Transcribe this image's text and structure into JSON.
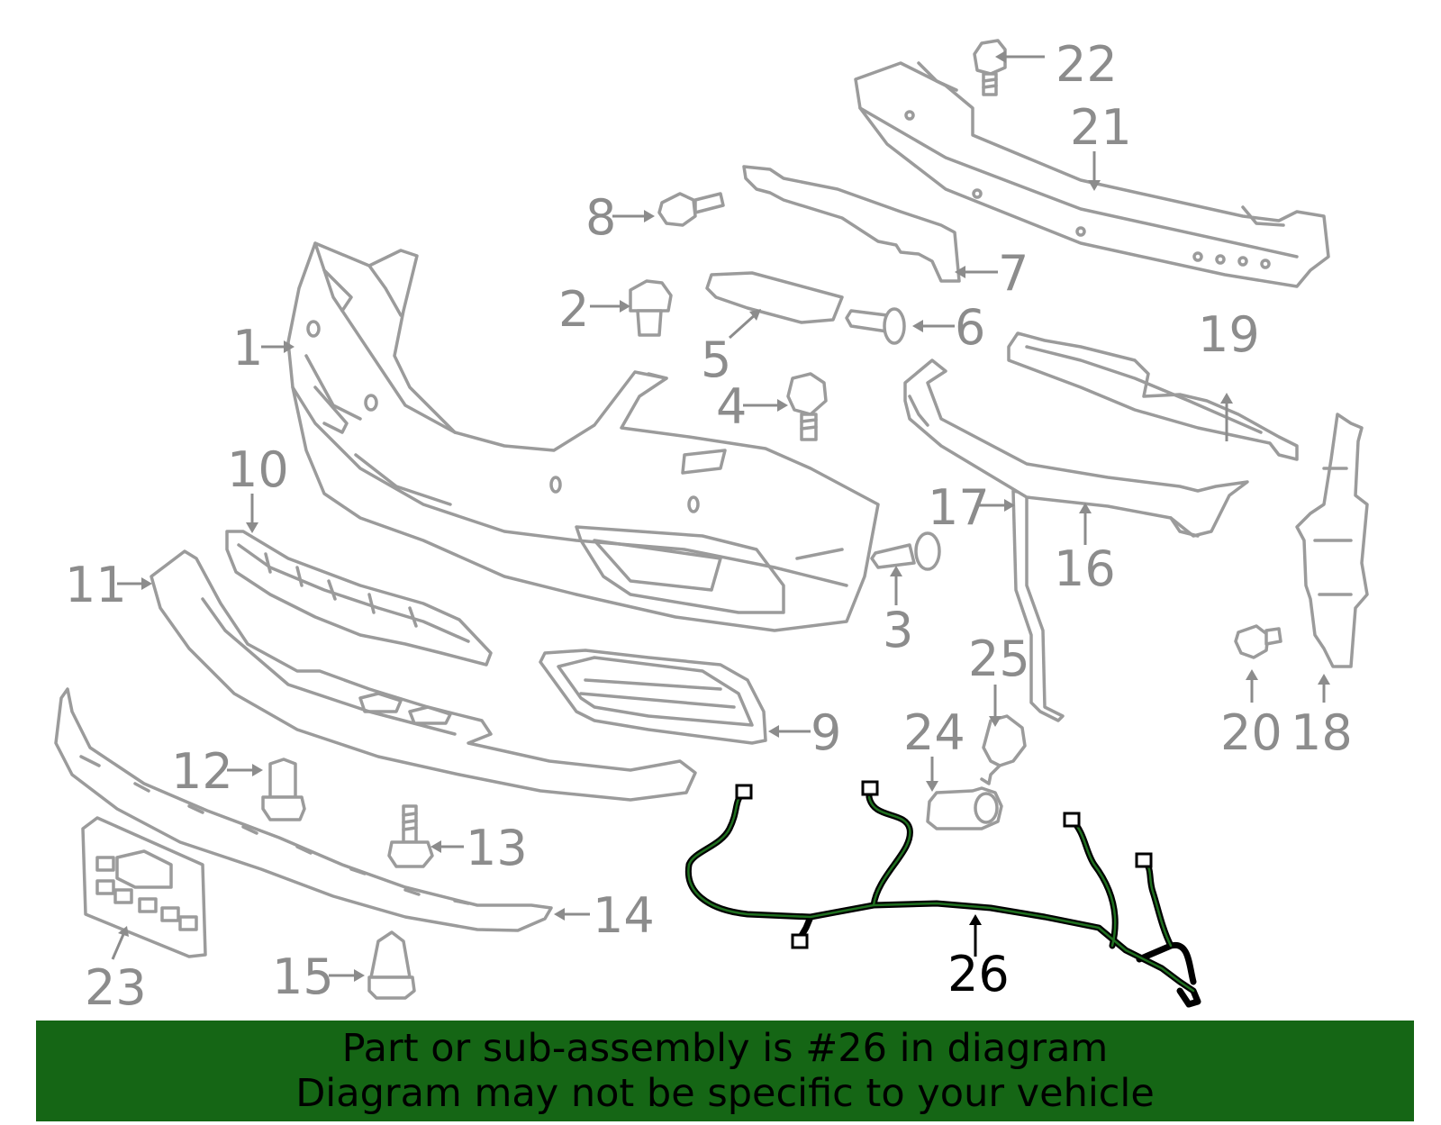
{
  "callouts": {
    "p1": "1",
    "p2": "2",
    "p3": "3",
    "p4": "4",
    "p5": "5",
    "p6": "6",
    "p7": "7",
    "p8": "8",
    "p9": "9",
    "p10": "10",
    "p11": "11",
    "p12": "12",
    "p13": "13",
    "p14": "14",
    "p15": "15",
    "p16": "16",
    "p17": "17",
    "p18": "18",
    "p19": "19",
    "p20": "20",
    "p21": "21",
    "p22": "22",
    "p23": "23",
    "p24": "24",
    "p25": "25",
    "p26": "26"
  },
  "highlighted_part": "26",
  "colors": {
    "banner": "#156615",
    "part_outline": "#9b9b9b",
    "highlight": "#000000",
    "harness_core": "#1f6f1f"
  },
  "banner": {
    "line1": "Part or sub-assembly is #26 in diagram",
    "line2": "Diagram may not be specific to your vehicle"
  }
}
